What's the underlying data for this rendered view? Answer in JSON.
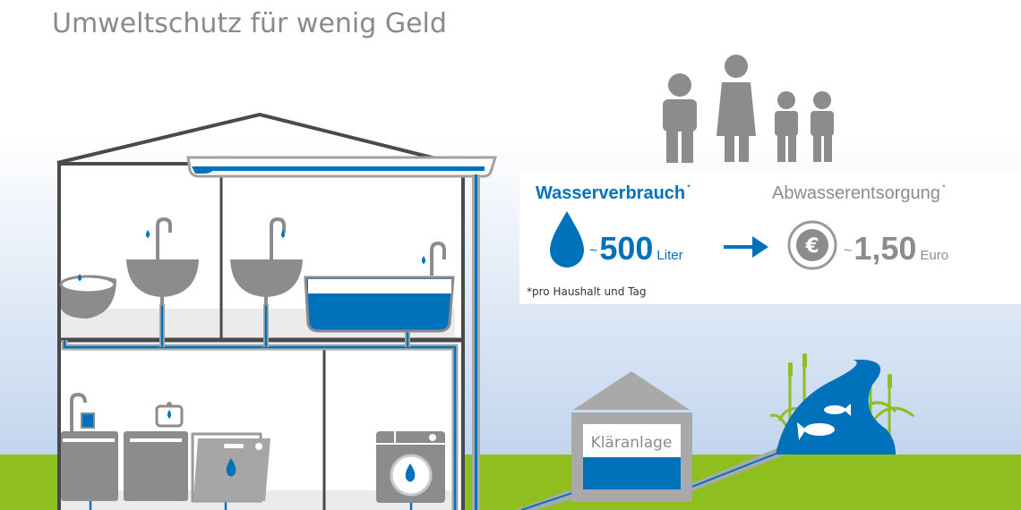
{
  "title": "Umweltschutz für wenig Geld",
  "info": {
    "consumption_label": "Wasserverbrauch",
    "consumption_tilde": "~",
    "consumption_value": "500",
    "consumption_unit": "Liter",
    "disposal_label": "Abwasserentsorgung",
    "disposal_tilde": "~",
    "disposal_value": "1,50",
    "disposal_unit": "Euro",
    "asterisk": "*",
    "footnote": "*pro Haushalt und Tag"
  },
  "plant_label": "Kläranlage",
  "colors": {
    "blue": "#0072bc",
    "grey": "#8c8c8c",
    "dark": "#4a4a4a",
    "grass": "#8fbe1f",
    "sky": "#c5d7ee"
  }
}
